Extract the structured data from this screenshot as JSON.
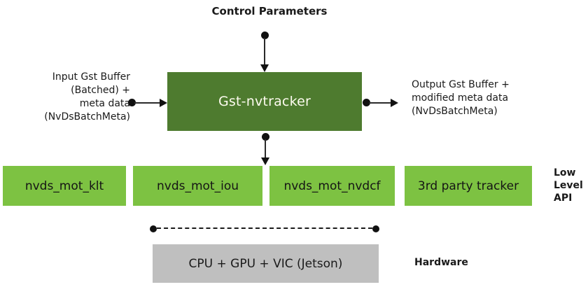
{
  "diagram": {
    "title": "Control Parameters",
    "gst_box": {
      "label": "Gst-nvtracker"
    },
    "input_block": {
      "lines": [
        "Input Gst Buffer",
        "(Batched) +",
        "meta data",
        "(NvDsBatchMeta)"
      ]
    },
    "output_block": {
      "lines": [
        "Output Gst Buffer +",
        "modified meta data",
        "(NvDsBatchMeta)"
      ]
    },
    "low_level_boxes": [
      {
        "label": "nvds_mot_klt"
      },
      {
        "label": "nvds_mot_iou"
      },
      {
        "label": "nvds_mot_nvdcf"
      },
      {
        "label": "3rd party tracker"
      }
    ],
    "low_level_api_label": {
      "lines": [
        "Low",
        "Level",
        "API"
      ]
    },
    "hardware_box": {
      "label": "CPU + GPU + VIC (Jetson)"
    },
    "hardware_label": "Hardware",
    "colors": {
      "plugin_box_green": "#4e7b2f",
      "plugin_box_text": "#fdfbef",
      "low_level_box_green": "#7dc242",
      "hardware_box_gray": "#bfbfbf",
      "connector_black": "#111111",
      "background": "#ffffff"
    }
  }
}
